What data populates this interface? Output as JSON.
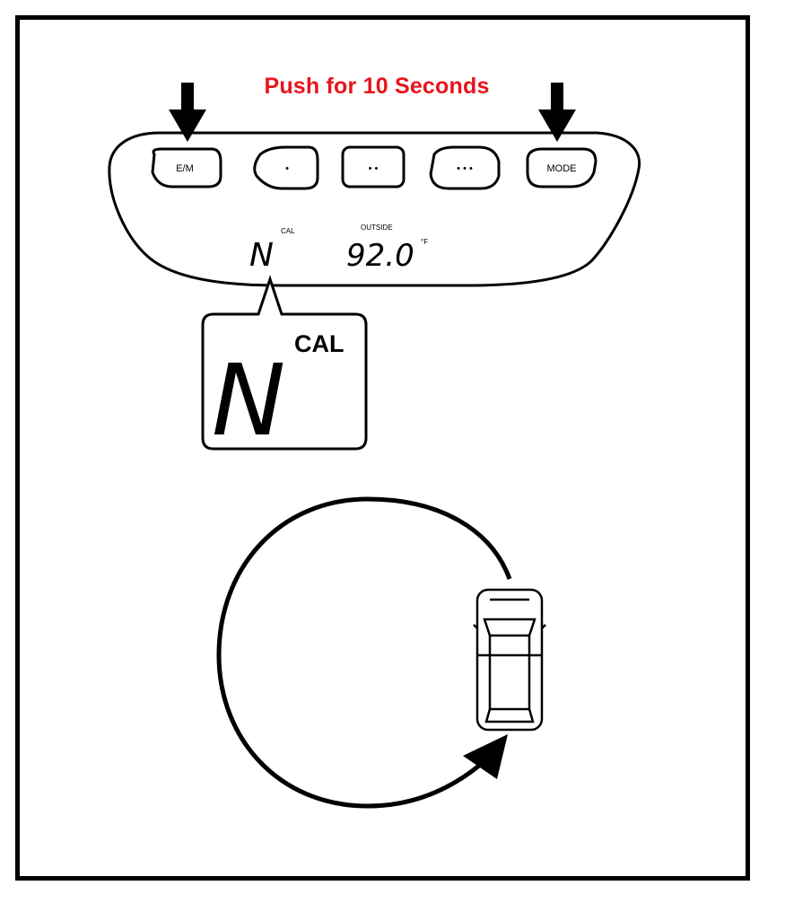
{
  "instruction": {
    "text": "Push for 10 Seconds",
    "color": "#e8141c"
  },
  "overhead_console": {
    "buttons": [
      {
        "label": "E/M",
        "pressed": true
      },
      {
        "label": "•",
        "pressed": false
      },
      {
        "label": "• •",
        "pressed": false
      },
      {
        "label": "• • •",
        "pressed": false
      },
      {
        "label": "MODE",
        "pressed": true
      }
    ],
    "display": {
      "compass_letter": "N",
      "cal_indicator": "CAL",
      "outside_label": "OUTSIDE",
      "temperature": "92.0",
      "temperature_unit": "°F"
    }
  },
  "callout": {
    "compass_letter": "N",
    "cal_indicator": "CAL"
  },
  "vehicle_maneuver": {
    "path": "circle",
    "vehicle_icon": "suv-top-view-icon",
    "direction_icon": "arrowhead-icon"
  },
  "icons": {
    "press_arrows": "down-arrow-icon"
  }
}
